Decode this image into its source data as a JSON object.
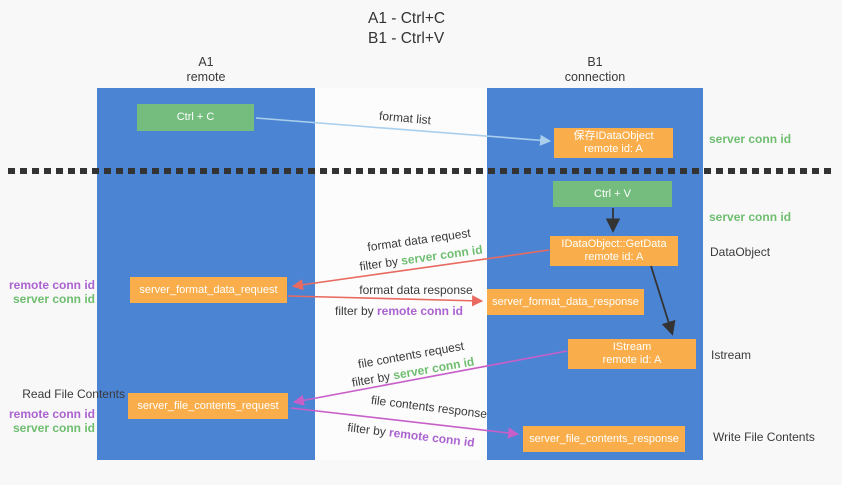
{
  "title": {
    "line1": "A1 - Ctrl+C",
    "line2": "B1 - Ctrl+V"
  },
  "columns": {
    "a": {
      "id": "A1",
      "subtitle": "remote"
    },
    "b": {
      "id": "B1",
      "subtitle": "connection"
    }
  },
  "nodes": {
    "ctrl_c": {
      "label": "Ctrl + C"
    },
    "save_idataobject": {
      "line1": "保存IDataObject",
      "line2": "remote id: A"
    },
    "ctrl_v": {
      "label": "Ctrl + V"
    },
    "getdata": {
      "line1": "IDataObject::GetData",
      "line2": "remote id: A"
    },
    "format_request": {
      "label": "server_format_data_request"
    },
    "format_response": {
      "label": "server_format_data_response"
    },
    "istream": {
      "line1": "IStream",
      "line2": "remote id: A"
    },
    "file_request": {
      "label": "server_file_contents_request"
    },
    "file_response": {
      "label": "server_file_contents_response"
    }
  },
  "edge_labels": {
    "format_list": "format list",
    "format_data_request": "format data request",
    "format_data_request_filter": {
      "prefix": "filter by ",
      "key": "server conn id"
    },
    "format_data_response": "format data response",
    "format_data_response_filter": {
      "prefix": "filter by ",
      "key": "remote conn id"
    },
    "file_contents_request": "file contents request",
    "file_contents_request_filter": {
      "prefix": "filter by ",
      "key": "server conn id"
    },
    "file_contents_response": "file contents response",
    "file_contents_response_filter": {
      "prefix": "filter by ",
      "key": "remote conn id"
    }
  },
  "side_labels": {
    "right_server_conn_id_top": "server conn id",
    "right_server_conn_id_mid": "server conn id",
    "right_dataobject": "DataObject",
    "right_istream": "Istream",
    "right_write_file_contents": "Write File Contents",
    "left_remote_conn_id_top": "remote conn id",
    "left_server_conn_id_top": "server conn id",
    "left_read_file_contents": "Read File Contents",
    "left_remote_conn_id_bottom": "remote conn id",
    "left_server_conn_id_bottom": "server conn id"
  },
  "colors": {
    "column_blue": "#4C84D4",
    "node_green": "#74BD7E",
    "node_orange": "#F9AE4B",
    "arrow_red": "#E96A60",
    "arrow_magenta": "#C75FC9",
    "arrow_lightblue": "#A9CFED",
    "arrow_black": "#333333",
    "text_green": "#6FBE70",
    "text_purple": "#AB63CF",
    "background": "#F8F8F8"
  }
}
